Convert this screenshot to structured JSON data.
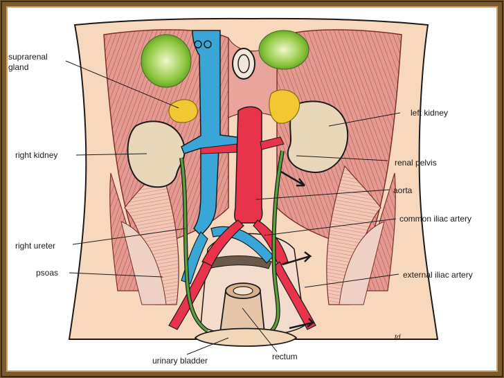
{
  "labels": {
    "suprarenal_line1": "suprarenal",
    "suprarenal_line2": "gland",
    "right_kidney": "right kidney",
    "right_ureter": "right ureter",
    "psoas": "psoas",
    "urinary_bladder": "urinary bladder",
    "rectum": "rectum",
    "left_kidney": "left kidney",
    "renal_pelvis": "renal pelvis",
    "aorta": "aorta",
    "common_iliac_artery": "common iliac artery",
    "external_iliac_artery": "external iliac artery"
  },
  "signature": "td",
  "colors": {
    "frame": "#7a5a2e",
    "skin": "#f6d3b4",
    "muscle": "#e0958d",
    "vena_cava": "#3aa6d8",
    "aorta": "#e8334a",
    "ureter": "#5aa03c",
    "suprarenal": "#f2c832",
    "kidney": "#e8d5b8",
    "gland_green": "#7cc23a"
  }
}
